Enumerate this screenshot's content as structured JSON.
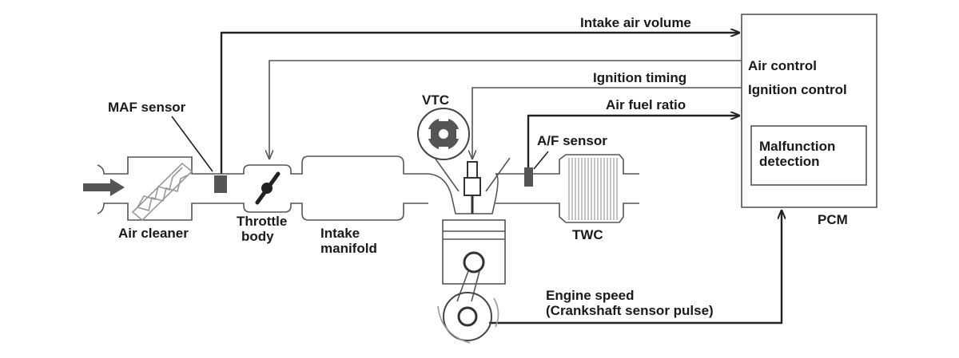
{
  "labels": {
    "intake_air_volume": "Intake air volume",
    "air_control": "Air control",
    "ignition_timing": "Ignition timing",
    "ignition_control": "Ignition control",
    "air_fuel_ratio": "Air fuel ratio",
    "maf_sensor": "MAF sensor",
    "vtc": "VTC",
    "af_sensor": "A/F sensor",
    "malfunction_line1": "Malfunction",
    "malfunction_line2": "detection",
    "pcm": "PCM",
    "air_cleaner": "Air cleaner",
    "throttle_line1": "Throttle",
    "throttle_line2": "body",
    "intake_line1": "Intake",
    "intake_line2": "manifold",
    "twc": "TWC",
    "engine_speed_line1": "Engine speed",
    "engine_speed_line2": "(Crankshaft sensor pulse)"
  }
}
